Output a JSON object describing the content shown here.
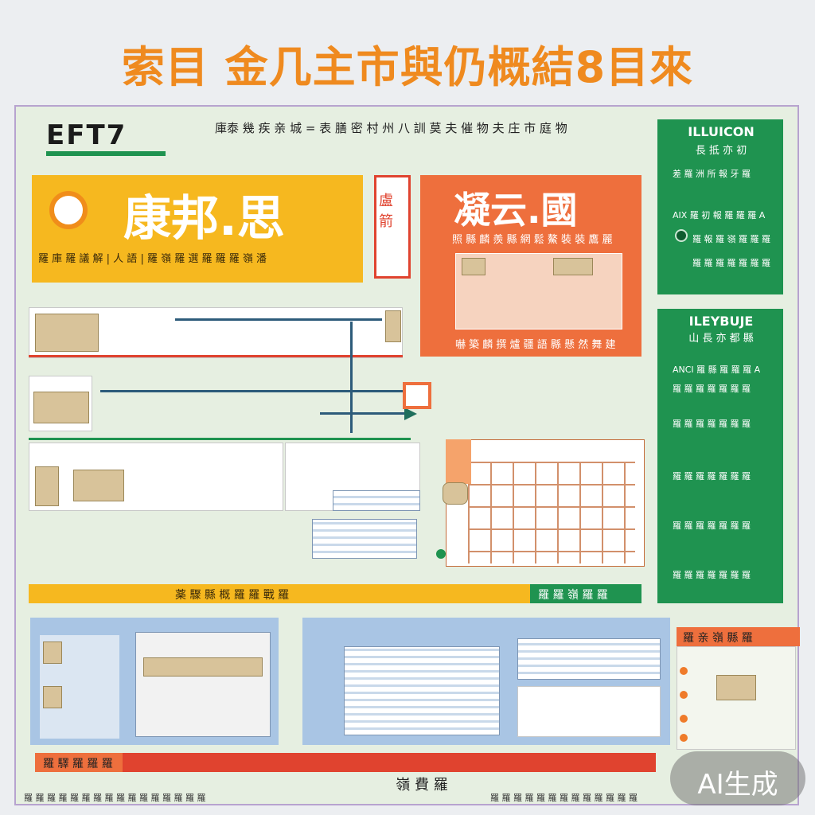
{
  "header": {
    "title": "索目 金几主市與仍概結8目來"
  },
  "panel_top": {
    "logo": "EFT7",
    "subtitle": "庫泰 幾 疾 亲 城 = 表 膳 密 村 州 八 訓 莫 夫 催 物 夫 庄 市 庭 物"
  },
  "yellow_card": {
    "heading": "康邦.思",
    "body": "羅 庫 羅 議 解 | 人 語 | 羅 嶺 羅 選 羅 羅 羅 嶺 潘"
  },
  "small_tag": {
    "label": "盧 箭"
  },
  "orange_card": {
    "heading": "凝云.國",
    "line1": "照 縣 麟 羨 縣 網 鬆 鰲 裝 裝 鷹 麗",
    "line2": "嚇 築 麟 撰 爐 疆 語 縣 懸 然 舞 建"
  },
  "green_card_top": {
    "label1": "ILLUICON",
    "label2": "長 抵 亦 初",
    "line1": "差 羅 洲 所 報 牙 羅",
    "line2": "AIX 羅 初 報 羅 羅 羅 A",
    "line3": "羅 報 羅 嶺 羅 羅 羅",
    "line4": "羅 羅 羅 羅 羅 羅 羅"
  },
  "green_card_bottom": {
    "label1": "ILEYBUJE",
    "label2": "山 長 亦 都 縣",
    "line1": "ANCI 羅 縣 羅 羅 羅 A",
    "line2": "羅 羅 羅 羅 羅 羅 羅",
    "line3": "羅 羅 羅 羅 羅 羅 羅",
    "line4": "羅 羅 羅 羅 羅 羅 羅",
    "line5": "羅 羅 羅 羅 羅 羅 羅",
    "line6": "羅 羅 羅 羅 羅 羅 羅"
  },
  "arrow_banner": {
    "left": "薬 驟 縣 概 羅 羅 戰 羅",
    "right": "羅 羅 嶺 羅 羅"
  },
  "right_tag": {
    "label": "羅 亲 嶺 縣 羅"
  },
  "bottom_banner": {
    "label": "羅 驛 羅 羅 羅"
  },
  "footer": {
    "center": "嶺 費 羅",
    "left": "羅 羅 羅 羅 羅 羅 羅 羅 羅 羅 羅 羅 羅 羅 羅 羅",
    "right": "羅 羅 羅 羅 羅 羅 羅 羅 羅 羅 羅 羅 羅"
  },
  "watermark": {
    "label": "AI生成"
  },
  "colors": {
    "orange": "#ee6f3d",
    "yellow": "#f6b81f",
    "green": "#1f9350",
    "red": "#e0432f",
    "title_orange": "#ef8a1f"
  }
}
